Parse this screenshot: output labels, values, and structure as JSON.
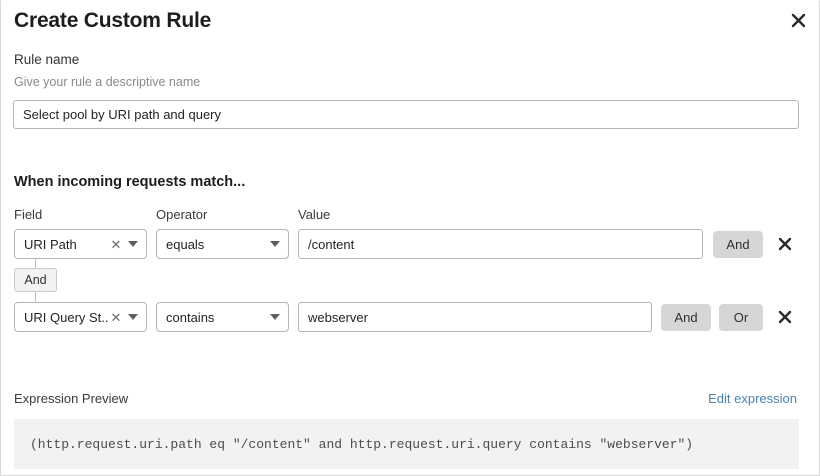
{
  "dialog": {
    "title": "Create Custom Rule",
    "close_icon": "close-icon"
  },
  "rule_name": {
    "label": "Rule name",
    "help": "Give your rule a descriptive name",
    "value": "Select pool by URI path and query",
    "placeholder": "Give your rule a descriptive name"
  },
  "conditions": {
    "heading": "When incoming requests match...",
    "columns": {
      "field": "Field",
      "operator": "Operator",
      "value": "Value"
    },
    "connector": {
      "label": "And"
    },
    "rows": [
      {
        "field": "URI Path",
        "field_clear_icon": "clear-icon",
        "field_caret_icon": "chevron-down-icon",
        "operator": "equals",
        "operator_caret_icon": "chevron-down-icon",
        "value": "/content",
        "value_placeholder": "Enter value",
        "and_label": "And",
        "delete_icon": "close-icon"
      },
      {
        "field": "URI Query St...",
        "field_clear_icon": "clear-icon",
        "field_caret_icon": "chevron-down-icon",
        "operator": "contains",
        "operator_caret_icon": "chevron-down-icon",
        "value": "webserver",
        "value_placeholder": "Enter value",
        "and_label": "And",
        "or_label": "Or",
        "delete_icon": "close-icon"
      }
    ]
  },
  "expression_preview": {
    "label": "Expression Preview",
    "edit_link": "Edit expression",
    "code": "(http.request.uri.path eq \"/content\" and http.request.uri.query contains \"webserver\")"
  },
  "colors": {
    "link": "#4a84ad",
    "button_bg": "#d6d6d6",
    "code_bg": "#f2f2f2",
    "border": "#b5b5b5"
  }
}
